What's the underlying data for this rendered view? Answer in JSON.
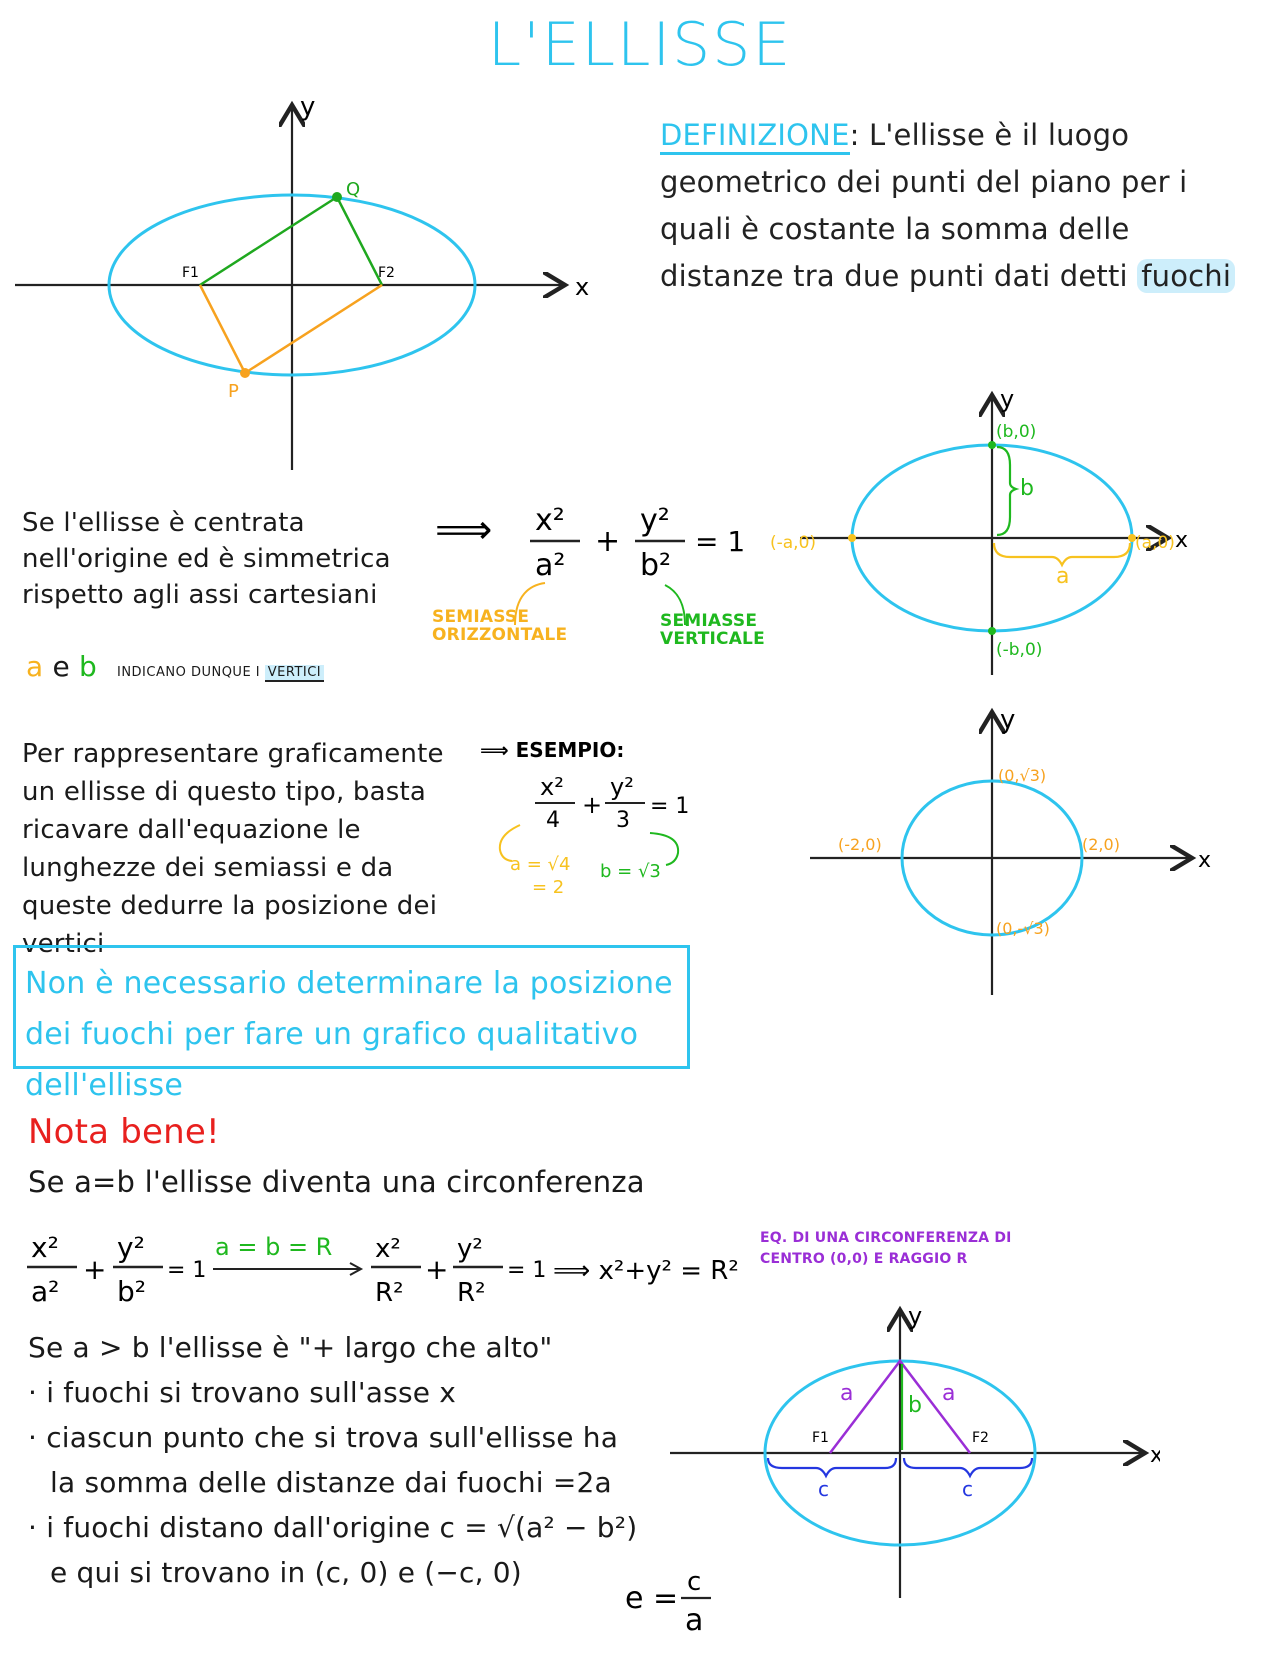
{
  "title": "L'ELLISSE",
  "definition": {
    "label": "DEFINIZIONE",
    "sep": ":",
    "text_before": " L'ellisse è il luogo geometrico dei punti del piano per i quali è costante la somma delle distanze tra due punti dati detti ",
    "highlight": "fuochi"
  },
  "diagram1": {
    "y": "y",
    "x": "x",
    "f1": "F1",
    "f2": "F2",
    "q": "Q",
    "p": "P"
  },
  "para1": "Se l'ellisse è centrata nell'origine ed è simmetrica rispetto agli assi cartesiani",
  "equation1": {
    "x2": "x²",
    "a2": "a²",
    "plus": "+",
    "y2": "y²",
    "b2": "b²",
    "eq": "= 1",
    "arrow": "⟹"
  },
  "semiaxes": {
    "horizontal": "SEMIASSE ORIZZONTALE",
    "vertical": "SEMIASSE VERTICALE"
  },
  "vertices_line": {
    "a": "a",
    "e": " e ",
    "b": "b",
    "text": "INDICANO DUNQUE I ",
    "underlined": "VERTICI"
  },
  "diagram2": {
    "y": "y",
    "x": "x",
    "top": "(b,0)",
    "bottom": "(-b,0)",
    "left": "(-a,0)",
    "right": "(a,0)",
    "a": "a",
    "b": "b"
  },
  "para2": "Per rappresentare graficamente un ellisse di questo tipo, basta ricavare dall'equazione le lunghezze dei semiassi e da queste dedurre la posizione dei vertici",
  "example": {
    "label": "⟹ ESEMPIO:",
    "x2": "x²",
    "d1": "4",
    "plus": "+",
    "y2": "y²",
    "d2": "3",
    "eq": "= 1",
    "a_val": "a = √4",
    "a_val2": "= 2",
    "b_val": "b = √3"
  },
  "diagram3": {
    "y": "y",
    "x": "x",
    "top": "(0,√3)",
    "bottom": "(0,-√3)",
    "left": "(-2,0)",
    "right": "(2,0)"
  },
  "note_box": "Non è necessario determinare la posizione dei fuochi per fare un grafico qualitativo dell'ellisse",
  "nota_bene": {
    "title": "Nota bene!",
    "line": "Se a=b l'ellisse diventa una circonferenza",
    "eq_left": {
      "x2": "x²",
      "a2": "a²",
      "plus": "+",
      "y2": "y²",
      "b2": "b²",
      "eq": "= 1"
    },
    "cond": "a = b = R",
    "eq_mid": {
      "x2": "x²",
      "r2a": "R²",
      "plus": "+",
      "y2": "y²",
      "r2b": "R²",
      "eq": "= 1"
    },
    "eq_right": "⟹  x²+y² = R²",
    "caption": "EQ. DI UNA CIRCONFERENZA DI CENTRO (0,0) E RAGGIO R"
  },
  "bullets": {
    "intro": "Se a > b l'ellisse è \"+ largo che alto\"",
    "items": [
      "· i fuochi si trovano sull'asse x",
      "· ciascun punto che si trova sull'ellisse ha",
      "la somma delle distanze dai fuochi =2a",
      "· i fuochi distano dall'origine   c = √(a² − b²)",
      "e qui si trovano in (c, 0) e (−c, 0)"
    ]
  },
  "eccentricity": {
    "e": "e =",
    "num": "c",
    "den": "a"
  },
  "diagram4": {
    "y": "y",
    "x": "x",
    "f1": "F1",
    "f2": "F2",
    "a1": "a",
    "a2": "a",
    "b": "b",
    "c1": "c",
    "c2": "c"
  },
  "colors": {
    "cyan": "#2ec4ee",
    "green": "#1fb81f",
    "orange": "#f7a21f",
    "yellow": "#f7c21f",
    "purple": "#9a2ed6",
    "red": "#e8201e",
    "blue": "#2437e0"
  }
}
